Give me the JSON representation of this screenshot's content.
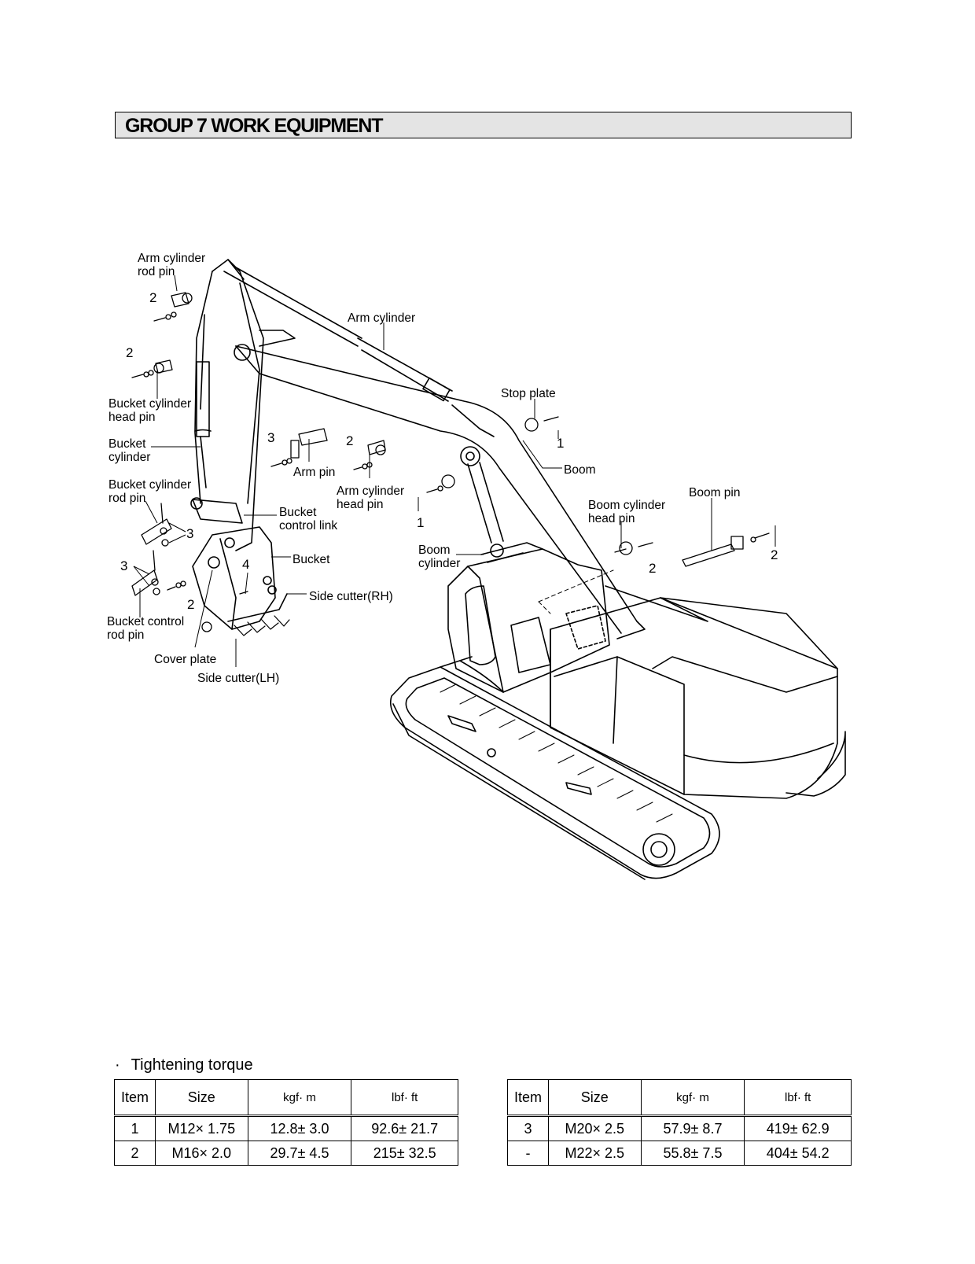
{
  "header": {
    "title": "GROUP  7  WORK EQUIPMENT"
  },
  "diagram": {
    "labels": {
      "arm_cylinder_rod_pin": "Arm cylinder\nrod pin",
      "arm_cylinder": "Arm cylinder",
      "stop_plate": "Stop plate",
      "boom": "Boom",
      "boom_pin": "Boom pin",
      "boom_cylinder_head_pin": "Boom cylinder\nhead pin",
      "boom_cylinder": "Boom\ncylinder",
      "bucket_cylinder_head_pin": "Bucket cylinder\nhead pin",
      "bucket_cylinder": "Bucket\ncylinder",
      "bucket_cylinder_rod_pin": "Bucket cylinder\nrod pin",
      "arm_pin": "Arm pin",
      "arm_cylinder_head_pin": "Arm cylinder\nhead pin",
      "bucket_control_link": "Bucket\ncontrol link",
      "bucket": "Bucket",
      "side_cutter_rh": "Side cutter(RH)",
      "bucket_control_rod_pin": "Bucket control\nrod pin",
      "cover_plate": "Cover plate",
      "side_cutter_lh": "Side cutter(LH)"
    },
    "callouts": {
      "c_arm_rod": "2",
      "c_bkt_head": "2",
      "c_arm_pin": "3",
      "c_arm_head": "2",
      "c_stop": "1",
      "c_stop_lower": "1",
      "c_boom_head": "2",
      "c_boom_pin": "2",
      "c_bkt_rod": "3",
      "c_ctrl_rod": "3",
      "c_cover": "2",
      "c_bucket": "4"
    }
  },
  "torque": {
    "bullet": "·",
    "heading": "Tightening torque",
    "columns": [
      "Item",
      "Size",
      "kgf· m",
      "lbf· ft"
    ],
    "left_rows": [
      [
        "1",
        "M12× 1.75",
        "12.8± 3.0",
        "92.6± 21.7"
      ],
      [
        "2",
        "M16× 2.0",
        "29.7± 4.5",
        "215± 32.5"
      ]
    ],
    "right_rows": [
      [
        "3",
        "M20× 2.5",
        "57.9± 8.7",
        "419± 62.9"
      ],
      [
        "-",
        "M22× 2.5",
        "55.8± 7.5",
        "404± 54.2"
      ]
    ]
  }
}
